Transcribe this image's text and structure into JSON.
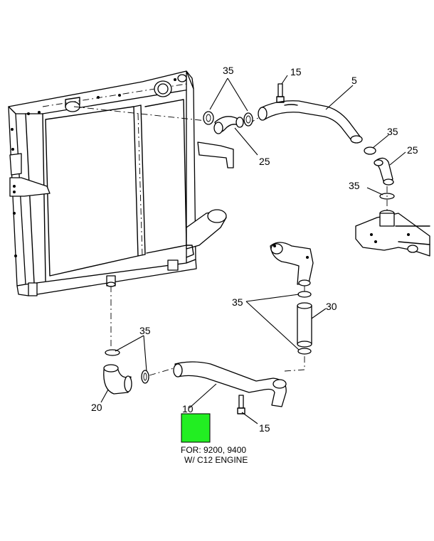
{
  "callouts": {
    "c35_top": "35",
    "c15_top": "15",
    "c5": "5",
    "c25_top": "25",
    "c35_right": "35",
    "c25_right": "25",
    "c35_mid_right": "35",
    "c35_center": "35",
    "c30": "30",
    "c35_lower_left": "35",
    "c20": "20",
    "c10": "10",
    "c15_bottom": "15"
  },
  "marker": {
    "color": "#22ee22"
  },
  "note": {
    "line1": "FOR: 9200, 9400",
    "line2": "W/ C12 ENGINE"
  }
}
